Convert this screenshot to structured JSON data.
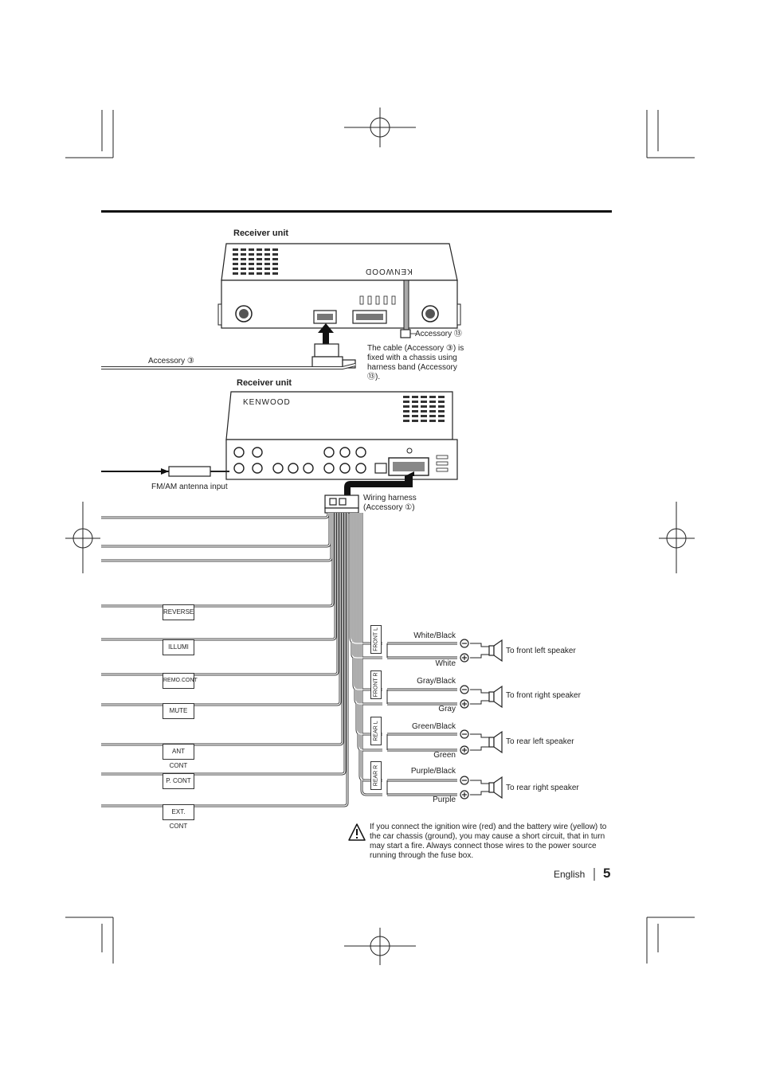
{
  "headings": {
    "receiver_unit_top": "Receiver unit",
    "receiver_unit_bottom": "Receiver unit"
  },
  "callouts": {
    "accessory_13": "Accessory ⑬",
    "accessory_3": "Accessory ③",
    "cable_note": "The cable (Accessory ③) is fixed with a chassis using harness band (Accessory ⑬).",
    "fm_am_input": "FM/AM antenna input",
    "wiring_harness": "Wiring harness (Accessory ①)"
  },
  "brand": "KENWOOD",
  "wire_labels": [
    "REVERSE",
    "ILLUMI",
    "REMO.CONT",
    "MUTE",
    "ANT CONT",
    "P. CONT",
    "EXT. CONT"
  ],
  "speakers": [
    {
      "channel": "FRONT L",
      "neg": "White/Black",
      "pos": "White",
      "dest": "To front left speaker"
    },
    {
      "channel": "FRONT R",
      "neg": "Gray/Black",
      "pos": "Gray",
      "dest": "To front right speaker"
    },
    {
      "channel": "REAR L",
      "neg": "Green/Black",
      "pos": "Green",
      "dest": "To rear left speaker"
    },
    {
      "channel": "REAR R",
      "neg": "Purple/Black",
      "pos": "Purple",
      "dest": "To rear right speaker"
    }
  ],
  "warning": "If you connect the ignition wire (red) and the battery wire (yellow) to the car chassis (ground), you may cause a short circuit, that in turn may start a fire. Always connect those wires to the power source running through the fuse box.",
  "footer": {
    "language": "English",
    "page": "5"
  }
}
